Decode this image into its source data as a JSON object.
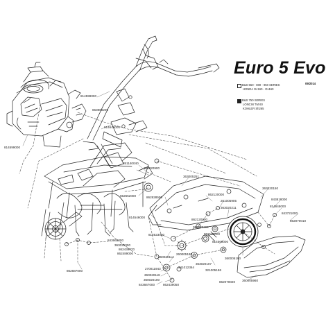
{
  "header": {
    "title": "Euro 5 Evo",
    "date": "09/2014"
  },
  "legend": [
    {
      "line1": "B&S 550 - 800 - 950 SERIES",
      "line2": "HONDA Gc160 - Gx160",
      "line3": "",
      "filled": false
    },
    {
      "line1": "B&S 750 SERIES",
      "line2": "LONCIN TM 60",
      "line3": "KOHLER Sh265",
      "filled": true
    }
  ],
  "parts": [
    "814599000",
    "863988200",
    "814599000",
    "814649000",
    "851140040",
    "363020900",
    "363005251",
    "652652000",
    "862828500",
    "862120000",
    "261005905",
    "363020211",
    "363020150",
    "843818000",
    "814645000",
    "843721000",
    "862070010",
    "814546000",
    "862120000",
    "363020201",
    "862188000",
    "814569000",
    "812523030",
    "843665000",
    "363025000",
    "862439070",
    "862489000",
    "360020114",
    "363020107",
    "260005180",
    "360005190",
    "321005186",
    "862687000",
    "270011943",
    "341012364",
    "360020118",
    "360020100",
    "843667000",
    "862439050",
    "862070020",
    "360005960"
  ]
}
